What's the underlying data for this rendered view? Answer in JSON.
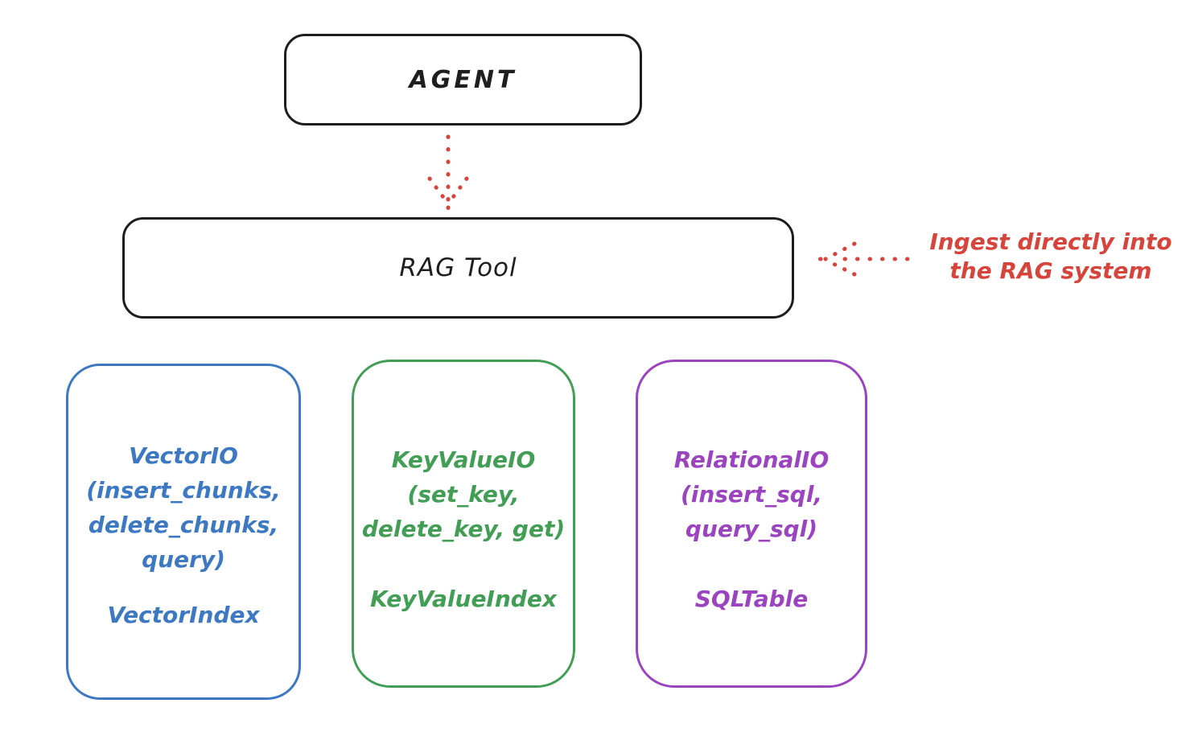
{
  "nodes": {
    "agent": {
      "label": "AGENT"
    },
    "rag_tool": {
      "label": "RAG Tool"
    }
  },
  "annotation": {
    "line1": "Ingest directly into",
    "line2": "the RAG system"
  },
  "arrows": [
    {
      "name": "agent-to-ragtool-arrow",
      "style": "dotted",
      "direction": "down",
      "color": "#d6443c"
    },
    {
      "name": "annotation-to-ragtool-arrow",
      "style": "dotted",
      "direction": "left",
      "color": "#d6443c"
    }
  ],
  "cards": [
    {
      "title_lines": [
        "VectorIO",
        "(insert_chunks,",
        "delete_chunks,",
        "query)"
      ],
      "index_label": "VectorIndex",
      "color": "#3d79c2"
    },
    {
      "title_lines": [
        "KeyValueIO",
        "(set_key,",
        "delete_key, get)"
      ],
      "index_label": "KeyValueIndex",
      "color": "#429e54"
    },
    {
      "title_lines": [
        "RelationalIO",
        "(insert_sql,",
        "query_sql)"
      ],
      "index_label": "SQLTable",
      "color": "#9b44c0"
    }
  ],
  "colors": {
    "node_stroke": "#1e1e1e",
    "accent_red": "#d6443c",
    "vector_blue": "#3d79c2",
    "keyvalue_green": "#429e54",
    "relational_purple": "#9b44c0",
    "background": "#ffffff"
  }
}
